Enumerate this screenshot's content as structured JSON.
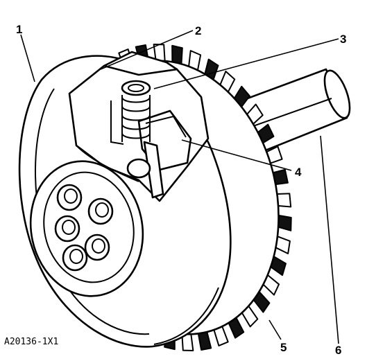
{
  "figure": {
    "reference_code": "A20136-1X1",
    "callouts": [
      {
        "id": "1",
        "label": "1"
      },
      {
        "id": "2",
        "label": "2"
      },
      {
        "id": "3",
        "label": "3"
      },
      {
        "id": "4",
        "label": "4"
      },
      {
        "id": "5",
        "label": "5"
      },
      {
        "id": "6",
        "label": "6"
      }
    ]
  }
}
